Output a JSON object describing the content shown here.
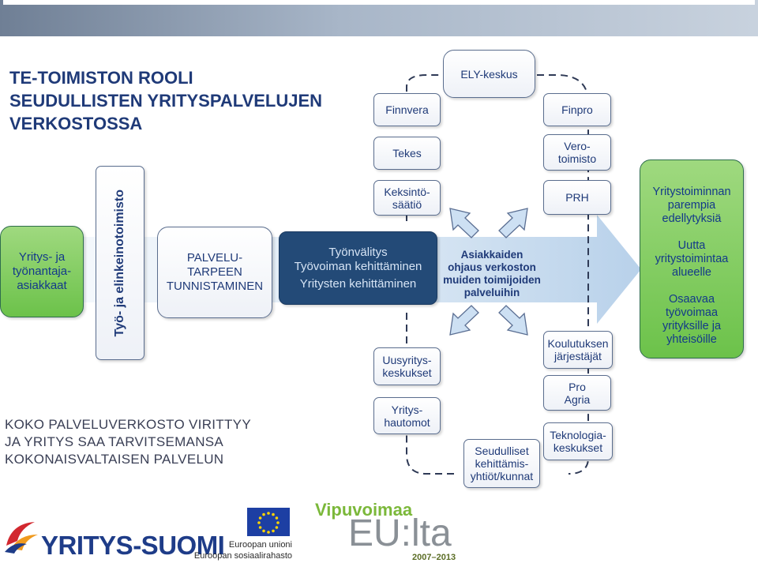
{
  "title": {
    "line1": "TE-TOIMISTON  ROOLI",
    "line2": "SEUDULLISTEN YRITYSPALVELUJEN",
    "line3": "VERKOSTOSSA"
  },
  "bottom_text": {
    "line1": "KOKO PALVELUVERKOSTO VIRITTYY",
    "line2": "JA YRITYS SAA TARVITSEMANSA",
    "line3": "KOKONAISVALTAISEN PALVELUN"
  },
  "left": {
    "clients": [
      "Yritys- ja",
      "työnantaja-",
      "asiakkaat"
    ],
    "te_office": "Työ- ja elinkeinotoimisto",
    "needs": [
      "PALVELU-",
      "TARPEEN",
      "TUNNISTAMINEN"
    ]
  },
  "center": {
    "services": [
      "Työnvälitys",
      "Työvoiman kehittäminen",
      "Yritysten kehittäminen"
    ],
    "guidance": [
      "Asiakkaiden",
      "ohjaus verkoston",
      "muiden toimijoiden",
      "palveluihin"
    ]
  },
  "network": {
    "ely": "ELY-keskus",
    "finnvera": "Finnvera",
    "finpro": "Finpro",
    "tekes": "Tekes",
    "vero": [
      "Vero-",
      "toimisto"
    ],
    "keksinto": [
      "Keksintö-",
      "säätiö"
    ],
    "prh": "PRH",
    "uusyritys": [
      "Uusyritys-",
      "keskukset"
    ],
    "yrityshautomot": [
      "Yritys-",
      "hautomot"
    ],
    "seudulliset": [
      "Seudulliset",
      "kehittämis-",
      "yhtiöt/kunnat"
    ],
    "koulutus": [
      "Koulutuksen",
      "järjestäjät"
    ],
    "proagria": [
      "Pro",
      "Agria"
    ],
    "teknologia": [
      "Teknologia-",
      "keskukset"
    ]
  },
  "outcomes": {
    "line1": [
      "Yritystoiminnan",
      "parempia",
      "edellytyksiä"
    ],
    "line2": [
      "Uutta",
      "yritystoimintaa",
      "alueelle"
    ],
    "line3": [
      "Osaavaa",
      "työvoimaa",
      "yrityksille ja",
      "yhteisöille"
    ]
  },
  "logos": {
    "yritys_suomi": "YRITYS-SUOMI",
    "eu_caption": [
      "Euroopan unioni",
      "Euroopan sosiaalirahasto"
    ],
    "vipuvoimaa": "Vipuvoimaa",
    "eu_lta": "EU:lta",
    "years": "2007–2013"
  },
  "colors": {
    "title_blue": "#1f3a78",
    "green_box": "#6cc24a",
    "center_dark": "#234a77",
    "arrow_light": "#c9dcef",
    "eu_blue": "#1d3fa3",
    "vipu_green": "#7bb83a"
  }
}
